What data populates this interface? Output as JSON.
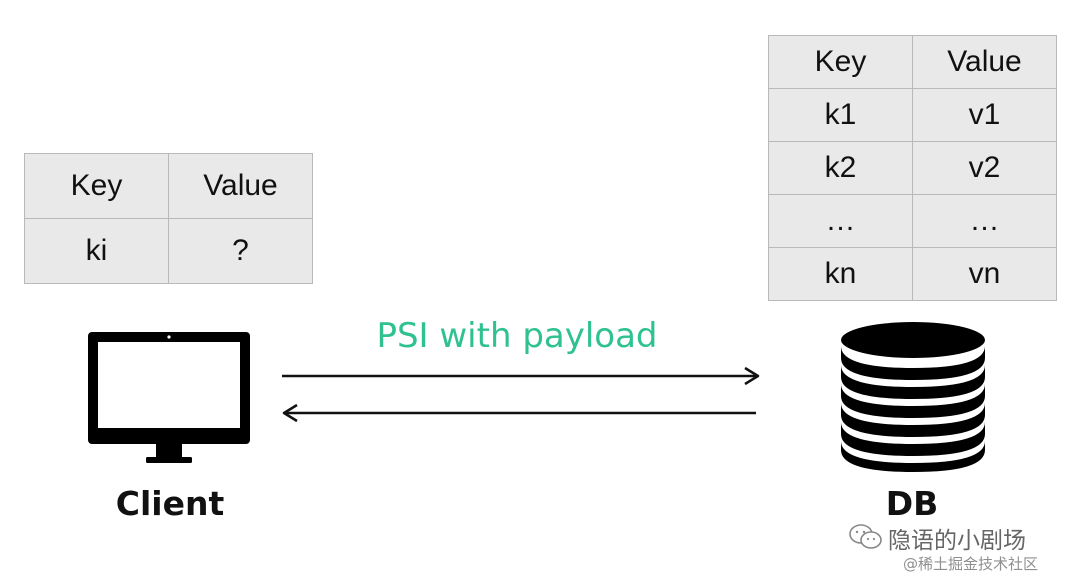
{
  "client_table": {
    "headers": [
      "Key",
      "Value"
    ],
    "rows": [
      [
        "ki",
        "?"
      ]
    ]
  },
  "db_table": {
    "headers": [
      "Key",
      "Value"
    ],
    "rows": [
      [
        "k1",
        "v1"
      ],
      [
        "k2",
        "v2"
      ],
      [
        "…",
        "…"
      ],
      [
        "kn",
        "vn"
      ]
    ]
  },
  "arrow_label": "PSI with payload",
  "client_label": "Client",
  "db_label": "DB",
  "watermark": {
    "line1": "隐语的小剧场",
    "line2": "@稀土掘金技术社区",
    "icon": "wechat-icon"
  },
  "colors": {
    "label_green": "#2fc290",
    "table_fill": "#e9e9e9",
    "table_border": "#b9b9b9"
  },
  "icons": [
    "monitor-icon",
    "database-icon",
    "right-arrow",
    "left-arrow"
  ]
}
